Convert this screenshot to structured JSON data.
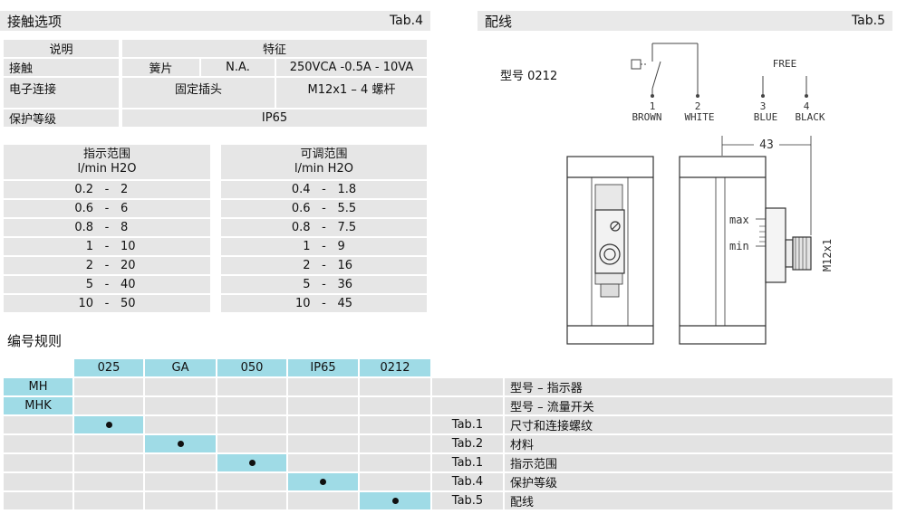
{
  "tab4": {
    "title": "接触选项",
    "tab": "Tab.4",
    "h_desc": "说明",
    "h_feat": "特征",
    "contact": "接触",
    "reed": "簧片",
    "na": "N.A.",
    "rating": "250VCA -0.5A - 10VA",
    "elec": "电子连接",
    "plug": "固定插头",
    "m12": "M12x1 – 4 螺杆",
    "prot": "保护等级",
    "ip": "IP65"
  },
  "ranges": {
    "ind_title": "指示范围",
    "ind_unit": "l/min H2O",
    "adj_title": "可调范围",
    "adj_unit": "l/min H2O",
    "dash": "-",
    "rows": [
      {
        "ia": "0.2",
        "ib": "2",
        "aa": "0.4",
        "ab": "1.8"
      },
      {
        "ia": "0.6",
        "ib": "6",
        "aa": "0.6",
        "ab": "5.5"
      },
      {
        "ia": "0.8",
        "ib": "8",
        "aa": "0.8",
        "ab": "7.5"
      },
      {
        "ia": "1",
        "ib": "10",
        "aa": "1",
        "ab": "9"
      },
      {
        "ia": "2",
        "ib": "20",
        "aa": "2",
        "ab": "16"
      },
      {
        "ia": "5",
        "ib": "40",
        "aa": "5",
        "ab": "36"
      },
      {
        "ia": "10",
        "ib": "50",
        "aa": "10",
        "ab": "45"
      }
    ]
  },
  "tab5": {
    "title": "配线",
    "tab": "Tab.5",
    "model": "型号 0212",
    "free": "FREE",
    "pins": [
      {
        "num": "1",
        "color": "BROWN"
      },
      {
        "num": "2",
        "color": "WHITE"
      },
      {
        "num": "3",
        "color": "BLUE"
      },
      {
        "num": "4",
        "color": "BLACK"
      }
    ],
    "dim": "43",
    "max": "max",
    "min": "min",
    "thread": "M12x1"
  },
  "code": {
    "title": "编号规则",
    "cols": [
      "025",
      "GA",
      "050",
      "IP65",
      "0212"
    ],
    "models": [
      "MH",
      "MHK"
    ],
    "rows": [
      {
        "tab": "",
        "label": "型号 – 指示器"
      },
      {
        "tab": "",
        "label": "型号 – 流量开关"
      },
      {
        "tab": "Tab.1",
        "label": "尺寸和连接螺纹"
      },
      {
        "tab": "Tab.2",
        "label": "材料"
      },
      {
        "tab": "Tab.1",
        "label": "指示范围"
      },
      {
        "tab": "Tab.4",
        "label": "保护等级"
      },
      {
        "tab": "Tab.5",
        "label": "配线"
      }
    ]
  }
}
